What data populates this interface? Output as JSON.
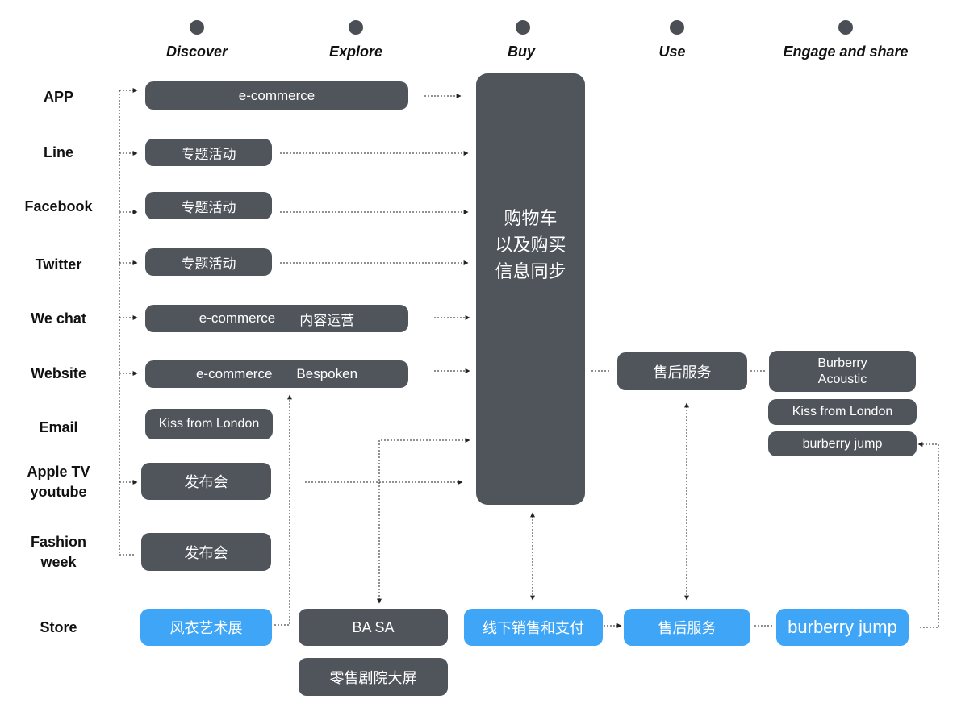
{
  "stages": [
    "Discover",
    "Explore",
    "Buy",
    "Use",
    "Engage and share"
  ],
  "channels": {
    "app": "APP",
    "line": "Line",
    "facebook": "Facebook",
    "twitter": "Twitter",
    "wechat": "We chat",
    "website": "Website",
    "email": "Email",
    "appletv": "Apple TV",
    "youtube": "youtube",
    "fashion": "Fashion",
    "week": "week",
    "store": "Store"
  },
  "boxes": {
    "app_ecommerce": "e-commerce",
    "line_topic": "专题活动",
    "facebook_topic": "专题活动",
    "twitter_topic": "专题活动",
    "wechat_ecommerce": "e-commerce",
    "wechat_content": "内容运营",
    "website_ecommerce": "e-commerce",
    "website_bespoken": "Bespoken",
    "email_kiss": "Kiss from London",
    "appletv_launch": "发布会",
    "fashion_launch": "发布会",
    "buy_line1": "购物车",
    "buy_line2": "以及购买",
    "buy_line3": "信息同步",
    "use_aftersales": "售后服务",
    "engage_acoustic_1": "Burberry",
    "engage_acoustic_2": "Acoustic",
    "engage_kiss": "Kiss from London",
    "engage_jump": "burberry jump",
    "store_exhibit": "风衣艺术展",
    "store_basa": "BA SA",
    "store_screen": "零售剧院大屏",
    "store_offline": "线下销售和支付",
    "store_aftersales": "售后服务",
    "store_jump": "burberry jump"
  },
  "colors": {
    "box": "#50555c",
    "store_highlight": "#3ea5f7",
    "connector": "#222222"
  }
}
